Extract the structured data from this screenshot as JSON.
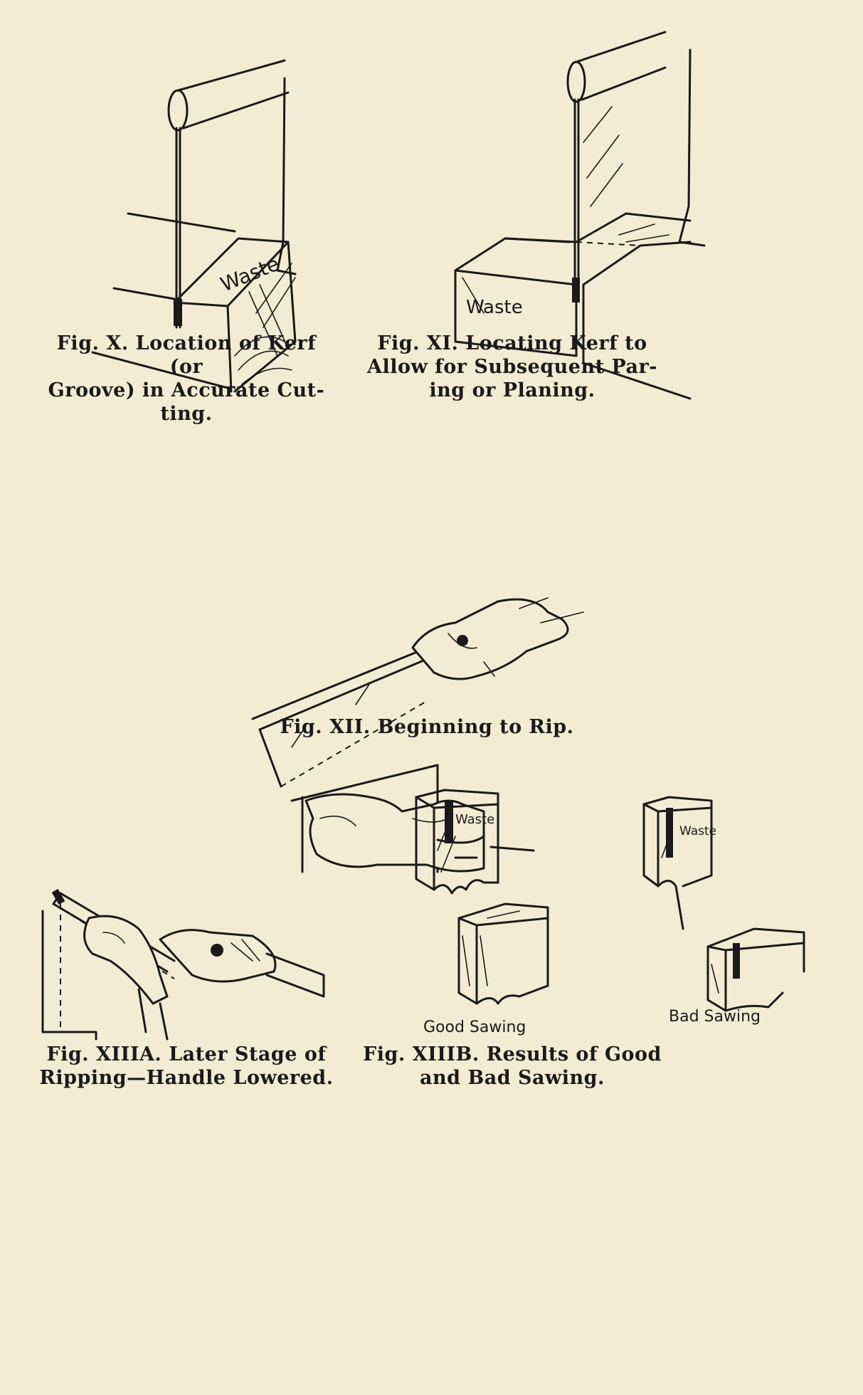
{
  "figures": [
    {
      "id": "fig-x",
      "caption_lines": [
        "Fig. X.  Location of Kerf (or",
        "Groove) in Accurate Cut-",
        "ting."
      ],
      "labels": [
        "Waste"
      ]
    },
    {
      "id": "fig-xi",
      "caption_lines": [
        "Fig.  XI.  Locating  Kerf  to",
        "Allow for Subsequent Par-",
        "ing or Planing."
      ],
      "labels": [
        "Waste"
      ]
    },
    {
      "id": "fig-xii",
      "caption_lines": [
        "Fig.  XII.  Beginning  to  Rip."
      ],
      "labels": []
    },
    {
      "id": "fig-xiiia",
      "caption_lines": [
        "Fig.  XIIIA.  Later  Stage  of",
        "Ripping—Handle Lowered."
      ],
      "labels": []
    },
    {
      "id": "fig-xiiib",
      "caption_lines": [
        "Fig.  XIIIB.  Results  of  Good",
        "and Bad Sawing."
      ],
      "labels": [
        "Waste",
        "Good Sawing",
        "Waste",
        "Bad Sawing"
      ]
    }
  ]
}
